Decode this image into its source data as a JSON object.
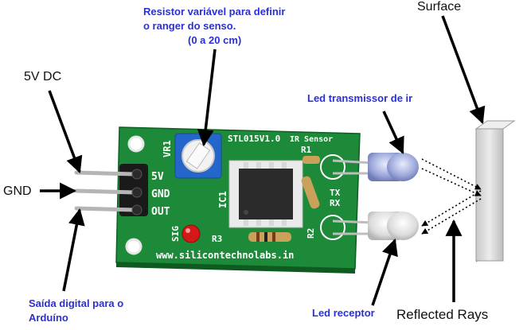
{
  "labels": {
    "resistor_note_line1": "Resistor variável para definir",
    "resistor_note_line2": "o ranger do senso.",
    "resistor_note_line3": "(0 a 20 cm)",
    "surface": "Surface",
    "vcc": "5V DC",
    "gnd": "GND",
    "led_tx": "Led transmissor de ir",
    "led_rx": "Led receptor",
    "reflected_rays": "Reflected Rays",
    "digital_out_line1": "Saída digital para o",
    "digital_out_line2": "Arduíno"
  },
  "board": {
    "title": "STL015V1.0",
    "ir_sensor": "IR Sensor",
    "vr1": "VR1",
    "r1": "R1",
    "r2": "R2",
    "r3": "R3",
    "ic1": "IC1",
    "sig": "SIG",
    "tx": "TX",
    "rx": "RX",
    "pin_5v": "5V",
    "pin_gnd": "GND",
    "pin_out": "OUT",
    "url": "www.silicontechnolabs.in"
  },
  "colors": {
    "label_blue": "#2b2fd6",
    "pcb_green": "#1f8f3a",
    "surface_gray": "#d9d9d9"
  }
}
